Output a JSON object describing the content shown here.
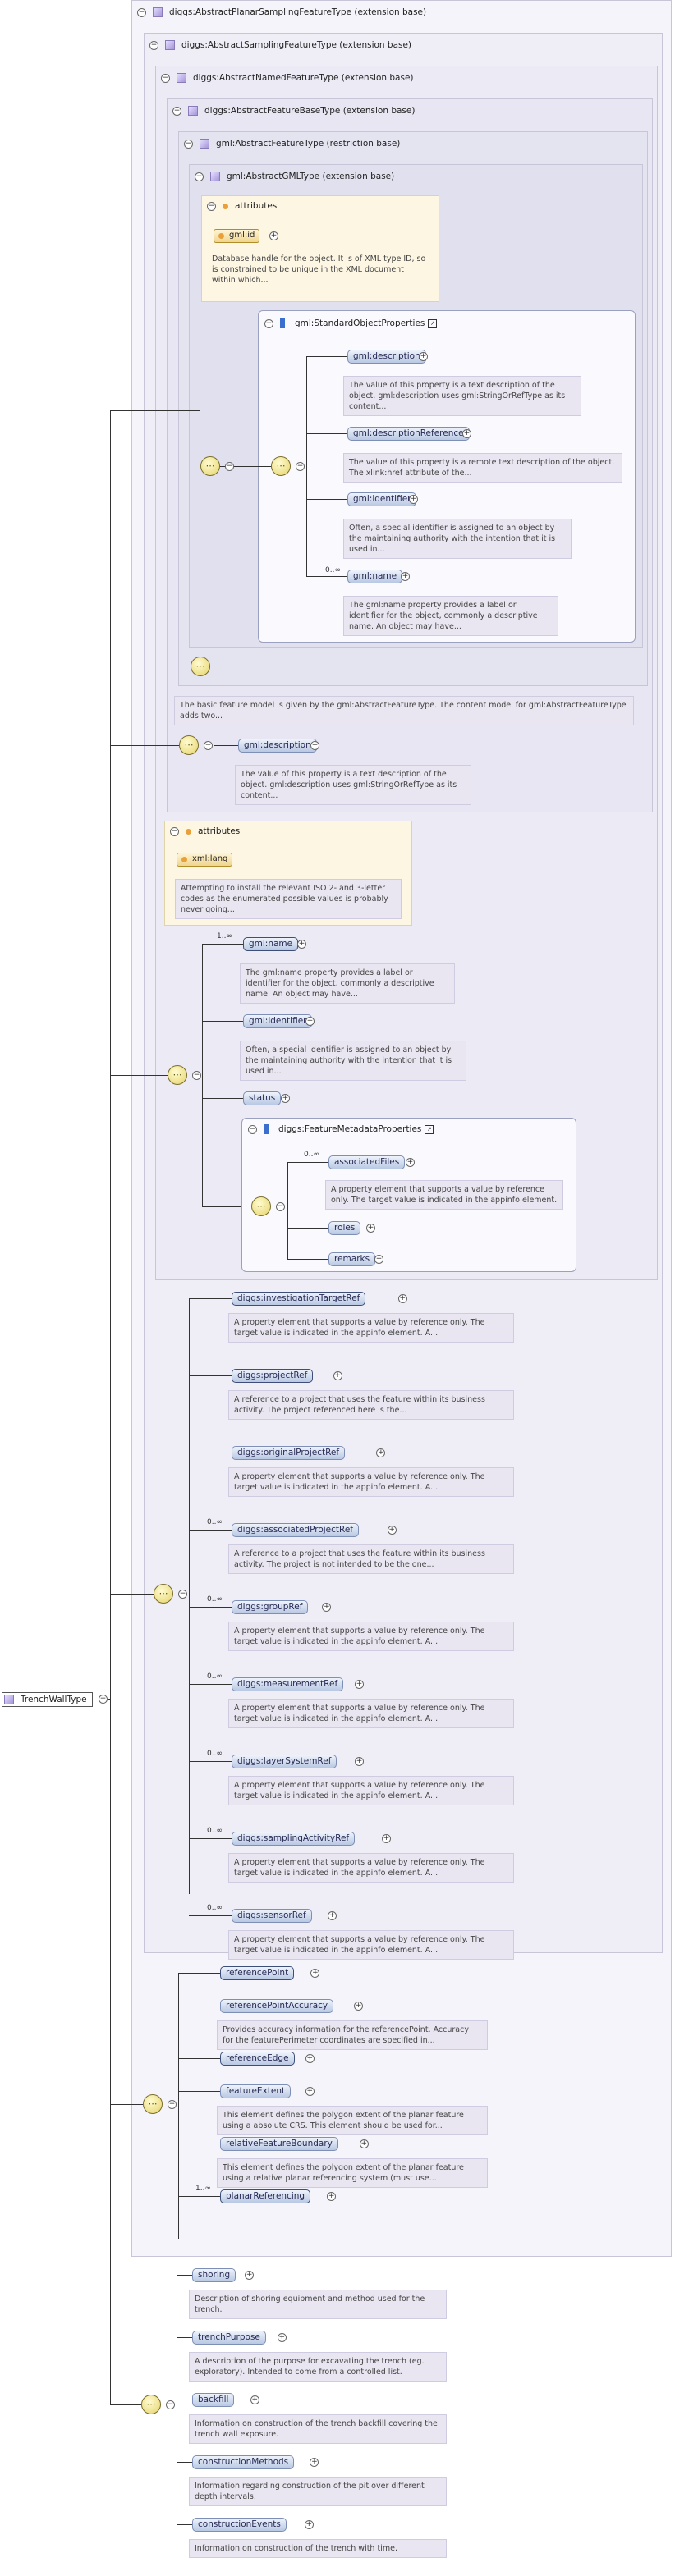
{
  "root": {
    "label": "TrenchWallType"
  },
  "extensions": {
    "planar": "diggs:AbstractPlanarSamplingFeatureType (extension base)",
    "sampling": "diggs:AbstractSamplingFeatureType (extension base)",
    "named": "diggs:AbstractNamedFeatureType (extension base)",
    "featurebase": "diggs:AbstractFeatureBaseType (extension base)",
    "gmlfeature": "gml:AbstractFeatureType (restriction base)",
    "gmlobject": "gml:AbstractGMLType (extension base)"
  },
  "gml_attributes": {
    "title": "attributes",
    "id_label": "gml:id",
    "id_desc": "Database handle for the object. It is of XML type ID, so is constrained to be unique in the XML document within which..."
  },
  "standard_props": {
    "title": "gml:StandardObjectProperties",
    "items": [
      {
        "label": "gml:description",
        "desc": "The value of this property is a text description of the object. gml:description uses gml:StringOrRefType as its content..."
      },
      {
        "label": "gml:descriptionReference",
        "desc": "The value of this property is a remote text description of the object. The xlink:href attribute of the..."
      },
      {
        "label": "gml:identifier",
        "desc": "Often, a special identifier is assigned to an object by the maintaining authority with the intention that it is used in..."
      },
      {
        "label": "gml:name",
        "mult": "0..∞",
        "desc": "The gml:name property provides a label or identifier for the object, commonly a descriptive name. An object may have..."
      }
    ]
  },
  "featurebase_desc": "The basic feature model is given by the gml:AbstractFeatureType. The content model for gml:AbstractFeatureType adds two...",
  "featurebase_elem": {
    "label": "gml:description",
    "desc": "The value of this property is a text description of the object. gml:description uses gml:StringOrRefType as its content..."
  },
  "named_attributes": {
    "title": "attributes",
    "lang_label": "xml:lang",
    "lang_desc": "Attempting to install the relevant ISO 2- and 3-letter codes as the enumerated possible values is probably never going..."
  },
  "named_elems": [
    {
      "label": "gml:name",
      "mult": "1..∞",
      "desc": "The gml:name property provides a label or identifier for the object, commonly a descriptive name. An object may have..."
    },
    {
      "label": "gml:identifier",
      "desc": "Often, a special identifier is assigned to an object by the maintaining authority with the intention that it is used in..."
    },
    {
      "label": "status"
    }
  ],
  "feature_metadata": {
    "title": "diggs:FeatureMetadataProperties",
    "items": [
      {
        "label": "associatedFiles",
        "mult": "0..∞",
        "desc": "A property element that supports a value by reference only. The target value is indicated in the appinfo element."
      },
      {
        "label": "roles"
      },
      {
        "label": "remarks"
      }
    ]
  },
  "sampling_elems": [
    {
      "label": "diggs:investigationTargetRef",
      "desc": "A property element that supports a value by reference only. The target value is indicated in the appinfo element. A..."
    },
    {
      "label": "diggs:projectRef",
      "desc": "A reference to a project that uses the feature within its business activity. The project referenced here is the..."
    },
    {
      "label": "diggs:originalProjectRef",
      "desc": "A property element that supports a value by reference only. The target value is indicated in the appinfo element. A..."
    },
    {
      "label": "diggs:associatedProjectRef",
      "mult": "0..∞",
      "desc": "A reference to a project that uses the feature within its business activity. The project is not intended to be the one..."
    },
    {
      "label": "diggs:groupRef",
      "mult": "0..∞",
      "desc": "A property element that supports a value by reference only. The target value is indicated in the appinfo element. A..."
    },
    {
      "label": "diggs:measurementRef",
      "mult": "0..∞",
      "desc": "A property element that supports a value by reference only. The target value is indicated in the appinfo element. A..."
    },
    {
      "label": "diggs:layerSystemRef",
      "mult": "0..∞",
      "desc": "A property element that supports a value by reference only. The target value is indicated in the appinfo element. A..."
    },
    {
      "label": "diggs:samplingActivityRef",
      "mult": "0..∞",
      "desc": "A property element that supports a value by reference only. The target value is indicated in the appinfo element. A..."
    },
    {
      "label": "diggs:sensorRef",
      "mult": "0..∞",
      "desc": "A property element that supports a value by reference only. The target value is indicated in the appinfo element. A..."
    }
  ],
  "planar_elems": [
    {
      "label": "referencePoint"
    },
    {
      "label": "referencePointAccuracy",
      "desc": "Provides accuracy information for the referencePoint. Accuracy for the featurePerimeter coordinates are specified in..."
    },
    {
      "label": "referenceEdge"
    },
    {
      "label": "featureExtent",
      "desc": "This element defines the polygon extent of the planar feature using a absolute CRS. This element should be used for..."
    },
    {
      "label": "relativeFeatureBoundary",
      "desc": "This element defines the polygon extent of the planar feature using a relative planar referencing system (must use..."
    },
    {
      "label": "planarReferencing",
      "mult": "1..∞"
    }
  ],
  "trench_elems": [
    {
      "label": "shoring",
      "desc": "Description of shoring equipment and method used for the trench."
    },
    {
      "label": "trenchPurpose",
      "desc": "A description of the purpose for excavating the trench (eg. exploratory). Intended to come from a controlled list."
    },
    {
      "label": "backfill",
      "desc": "Information on construction of the trench backfill covering the trench wall exposure."
    },
    {
      "label": "constructionMethods",
      "desc": "Information regarding construction of the pit over different depth intervals."
    },
    {
      "label": "constructionEvents",
      "desc": "Information on construction of the trench with time."
    }
  ]
}
